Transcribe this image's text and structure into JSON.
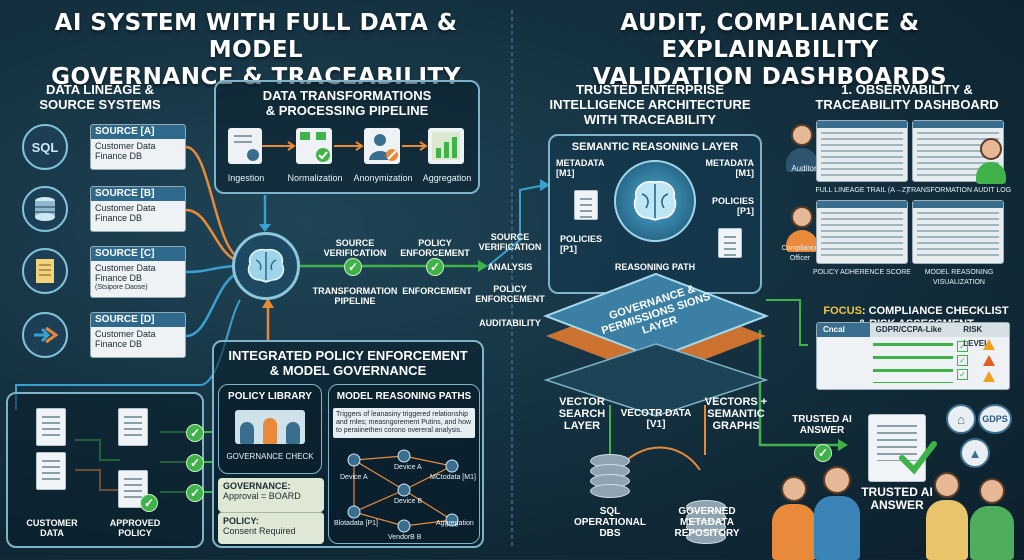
{
  "left_title": "AI SYSTEM WITH FULL DATA & MODEL\nGOVERNANCE & TRACEABILITY",
  "right_title": "AUDIT, COMPLIANCE & EXPLAINABILITY\nVALIDATION DASHBOARDS",
  "lineage": {
    "header": "DATA LINEAGE &\nSOURCE SYSTEMS",
    "sources": [
      {
        "icon": "SQL",
        "name": "SOURCE [A]",
        "line1": "Customer Data",
        "line2": "Finance DB",
        "line3": ""
      },
      {
        "icon": "",
        "name": "SOURCE [B]",
        "line1": "Customer Data",
        "line2": "Finance DB",
        "line3": ""
      },
      {
        "icon": "",
        "name": "SOURCE [C]",
        "line1": "Customer Data",
        "line2": "Finance DB",
        "line3": "(Stsipore Daose)"
      },
      {
        "icon": "",
        "name": "SOURCE [D]",
        "line1": "Customer Data",
        "line2": "Finance DB",
        "line3": ""
      }
    ]
  },
  "pipeline": {
    "header": "DATA TRANSFORMATIONS\n& PROCESSING PIPELINE",
    "steps": [
      "Ingestion",
      "Normalization",
      "Anonymization",
      "Aggregation"
    ]
  },
  "center_flow": {
    "source_verification": "SOURCE\nVERIFICATION",
    "policy_enforcement": "POLICY\nENFORCEMENT",
    "transformation_pipeline": "TRANSFORMATION\nPIPELINE",
    "enforcement": "ENFORCEMENT"
  },
  "middle_labels": {
    "source_verification": "SOURCE\nVERIFICATION",
    "analysis": "ANALYSIS",
    "policy_enforcement": "POLICY\nENFORCEMENT",
    "auditability": "AUDITABILITY"
  },
  "policy": {
    "header": "INTEGRATED POLICY ENFORCEMENT\n& MODEL GOVERNANCE",
    "library_title": "POLICY LIBRARY",
    "governance_check": "GOVERNANCE CHECK",
    "governance_label": "GOVERNANCE:",
    "governance_value": "Approval = BOARD",
    "policy_label": "POLICY:",
    "policy_value": "Consent Required",
    "customer_data": "CUSTOMER\nDATA",
    "approved_policy": "APPROVED\nPOLICY",
    "reasoning_title": "MODEL REASONING PATHS",
    "reasoning_text": "Triggers of leanasiny triggered relationship and rnles; measngorement Putins, and how to peraiinethen corono overeral analysis.",
    "nodes": [
      "Device A",
      "Device A",
      "MCtodata [M1]",
      "Device B",
      "Blotadata [P1]",
      "Aggregation",
      "VendorB B"
    ]
  },
  "architecture": {
    "header": "TRUSTED ENTERPRISE\nINTELLIGENCE ARCHITECTURE\nWITH TRACEABILITY",
    "semantic_layer": "SEMANTIC REASONING LAYER",
    "metadata_left": "METADATA\n[M1]",
    "metadata_right": "METADATA\n[M1]",
    "policies_left": "POLICIES\n[P1]",
    "policies_right": "POLICIES\n[P1]",
    "reasoning_path": "REASONING PATH",
    "governance_layer": "GOVERNANCE &\nPERMISSIONS  SIONS LAYER",
    "vector_search": "VECTOR\nSEARCH\nLAYER",
    "vector_data": "VECOTR DATA\n[V1]",
    "vectors_semantic": "VECTORS +\nSEMANTIC\nGRAPHS",
    "sql_db": "SQL\nOPERATIONAL\nDBs",
    "metadata_repo": "GOVERNED\nMETADATA\nREPOSITORY"
  },
  "dashboards": {
    "header": "1. OBSERVABILITY &\nTRACEABILITY DASHBOARD",
    "auditor": "Auditor",
    "compliance_officer": "Compliance\nOfficer",
    "lineage_trail": "FULL LINEAGE TRAIL (A→Z)",
    "audit_log": "TRANSFORMATION AUDIT LOG",
    "adherence": "POLICY ADHERENCE SCORE",
    "model_viz": "MODEL REASONING\nVISUALIZATION",
    "focus_title": "FOCUS",
    "focus_text": ": COMPLIANCE CHECKLIST\n& RISK ASSESSMENT",
    "checklist_col1": "GDPR/CCPA-Like",
    "checklist_col2": "RISK LEVEL",
    "checklist_tab": "Cncal",
    "trusted_answer_small": "TRUSTED AI\nANSWER",
    "trusted_answer_big": "TRUSTED AI\nANSWER",
    "badge": "GDPS"
  },
  "colors": {
    "accent_teal": "#7fb3c9",
    "accent_orange": "#e98a3a",
    "accent_green": "#3fb24a",
    "accent_blue": "#3aa0d0"
  }
}
